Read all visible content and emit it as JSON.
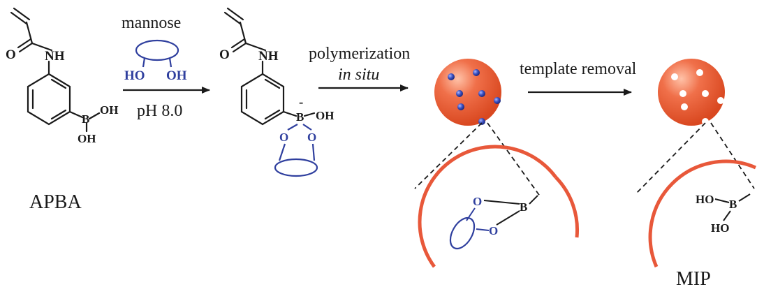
{
  "reagent": "mannose",
  "condition": "pH 8.0",
  "step_polymerization": "polymerization",
  "step_in_situ": "in situ",
  "step_removal": "template removal",
  "monomer_label": "APBA",
  "product_label": "MIP",
  "atoms": {
    "O": "O",
    "NH": "NH",
    "B": "B",
    "OH": "OH",
    "HO": "HO",
    "minus": "-"
  },
  "colors": {
    "sugar_blue": "#2f3f9e",
    "sphere_orange": "#e8583a",
    "bead_blue": "#3a4fc0"
  }
}
